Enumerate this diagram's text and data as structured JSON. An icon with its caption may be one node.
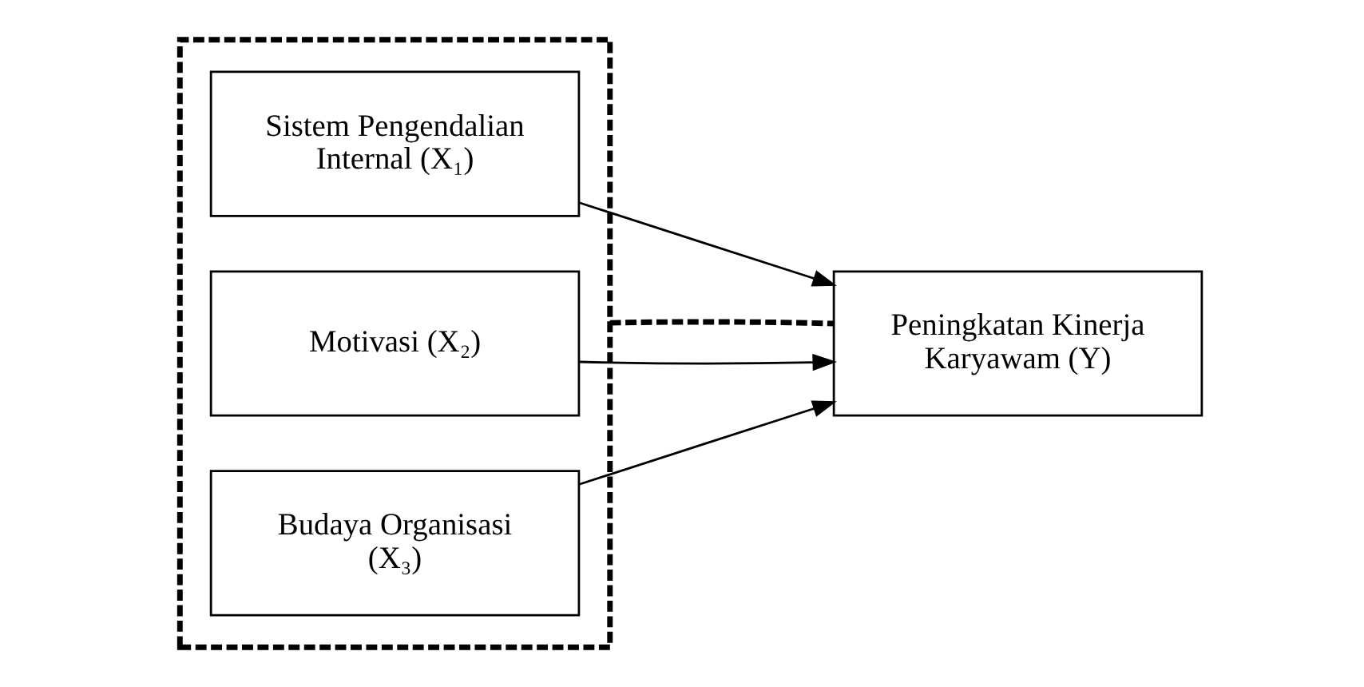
{
  "diagram": {
    "nodes": [
      {
        "text": [],
        "shape": "box"
      },
      {
        "text": [
          "Sistem Pengendalian Internal (X₁)"
        ],
        "in": 0
      },
      {
        "text": [
          "Motivasi (X₂)"
        ],
        "in": 0
      },
      {
        "text": [
          "Budaya Organisasi (X₃)"
        ],
        "in": 0
      },
      {
        "text": [
          "Peningkatan Kinerja Karyawam (Y)"
        ]
      }
    ],
    "edges": [
      {
        "from": 1,
        "to": 4,
        "arrow": "to"
      },
      {
        "from": 2,
        "to": 4,
        "arrow": "to"
      },
      {
        "from": 3,
        "to": 4,
        "arrow": "to"
      },
      {
        "from": 0,
        "to": 4,
        "arrow": "none",
        "style": "dashed"
      }
    ]
  }
}
